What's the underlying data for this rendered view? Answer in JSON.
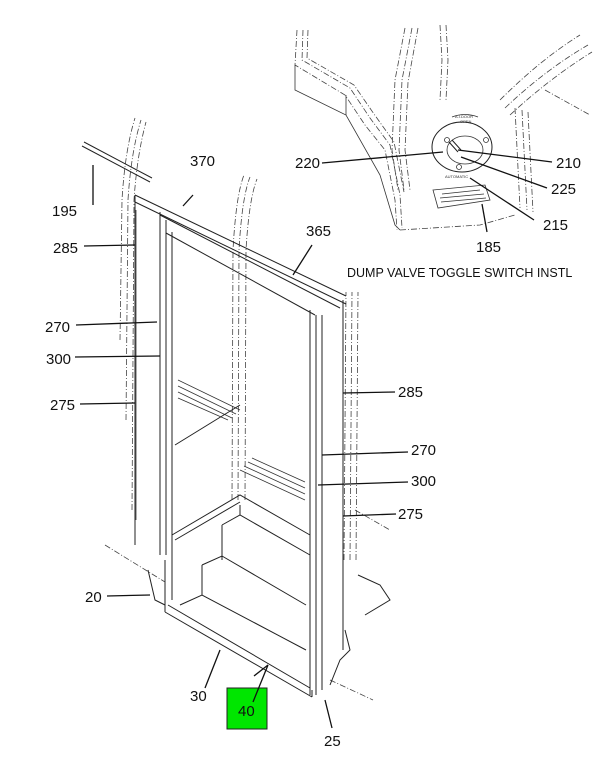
{
  "diagram": {
    "caption": "DUMP VALVE TOGGLE SWITCH INSTL",
    "highlight_color": "#00e600",
    "switch_plate": {
      "top_text": "A.I.DOOR",
      "top_subtext": "OPEN",
      "bottom_text": "AUTOMATIC"
    },
    "callouts": {
      "c195": "195",
      "c370": "370",
      "c365": "365",
      "c285L": "285",
      "c270L": "270",
      "c300L": "300",
      "c275L": "275",
      "c285R": "285",
      "c270R": "270",
      "c300R": "300",
      "c275R": "275",
      "c20": "20",
      "c30": "30",
      "c40": "40",
      "c25": "25",
      "c220": "220",
      "c210": "210",
      "c225": "225",
      "c215": "215",
      "c185": "185"
    },
    "highlighted_callout": "40"
  }
}
